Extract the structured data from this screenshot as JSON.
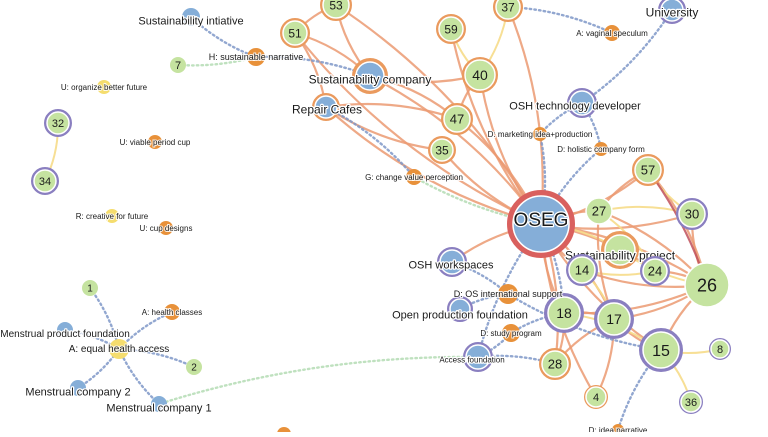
{
  "colors": {
    "orange": "#e8913a",
    "blue": "#85aed8",
    "green": "#c5e3a0",
    "yellow": "#f5dd6e",
    "purple_ring": "#8a7fc0",
    "orange_ring": "#ea9a5e",
    "red_ring": "#d9605e",
    "edge_orange": "#eb9a72",
    "edge_yellow": "#f6dc8a",
    "edge_dotted_blue": "#7f98c8",
    "edge_dotted_green": "#b4dcb4",
    "edge_red": "#c0505a"
  },
  "nodes": [
    {
      "id": "oseg",
      "label": "OSEG",
      "type": "entity"
    },
    {
      "id": "sust_company",
      "label": "Sustainability company",
      "type": "entity"
    },
    {
      "id": "repair_cafes",
      "label": "Repair Cafes",
      "type": "entity"
    },
    {
      "id": "university",
      "label": "University",
      "type": "entity"
    },
    {
      "id": "osh_dev",
      "label": "OSH technology developer",
      "type": "entity"
    },
    {
      "id": "osh_ws",
      "label": "OSH workspaces",
      "type": "entity"
    },
    {
      "id": "open_prod",
      "label": "Open production foundation",
      "type": "entity"
    },
    {
      "id": "access_found",
      "label": "Access foundation",
      "type": "entity"
    },
    {
      "id": "sust_initiative",
      "label": "Sustainability intiative",
      "type": "entity"
    },
    {
      "id": "menstrual_foundation",
      "label": "Menstrual product foundation",
      "type": "entity"
    },
    {
      "id": "menstrual_co2",
      "label": "Menstrual company 2",
      "type": "entity"
    },
    {
      "id": "menstrual_co1",
      "label": "Menstrual company 1",
      "type": "entity"
    },
    {
      "id": "sust_project",
      "label": "Sustainability project",
      "type": "entity"
    },
    {
      "id": "n51",
      "label": "51",
      "type": "number"
    },
    {
      "id": "n53",
      "label": "53",
      "type": "number"
    },
    {
      "id": "n37",
      "label": "37",
      "type": "number"
    },
    {
      "id": "n59",
      "label": "59",
      "type": "number"
    },
    {
      "id": "n40",
      "label": "40",
      "type": "number"
    },
    {
      "id": "n47",
      "label": "47",
      "type": "number"
    },
    {
      "id": "n35",
      "label": "35",
      "type": "number"
    },
    {
      "id": "n57",
      "label": "57",
      "type": "number"
    },
    {
      "id": "n27",
      "label": "27",
      "type": "number"
    },
    {
      "id": "n30",
      "label": "30",
      "type": "number"
    },
    {
      "id": "n26",
      "label": "26",
      "type": "number"
    },
    {
      "id": "n14",
      "label": "14",
      "type": "number"
    },
    {
      "id": "n24",
      "label": "24",
      "type": "number"
    },
    {
      "id": "n18",
      "label": "18",
      "type": "number"
    },
    {
      "id": "n17",
      "label": "17",
      "type": "number"
    },
    {
      "id": "n15",
      "label": "15",
      "type": "number"
    },
    {
      "id": "n28",
      "label": "28",
      "type": "number"
    },
    {
      "id": "n8",
      "label": "8",
      "type": "number"
    },
    {
      "id": "n4",
      "label": "4",
      "type": "number"
    },
    {
      "id": "n36",
      "label": "36",
      "type": "number"
    },
    {
      "id": "n7",
      "label": "7",
      "type": "number"
    },
    {
      "id": "n32",
      "label": "32",
      "type": "number"
    },
    {
      "id": "n34",
      "label": "34",
      "type": "number"
    },
    {
      "id": "n1",
      "label": "1",
      "type": "number"
    },
    {
      "id": "n2",
      "label": "2",
      "type": "number"
    },
    {
      "id": "h_narrative",
      "label": "H: sustainable narrative",
      "type": "tag"
    },
    {
      "id": "a_speculum",
      "label": "A: vaginal speculum",
      "type": "tag"
    },
    {
      "id": "u_future",
      "label": "U: organize better future",
      "type": "tag"
    },
    {
      "id": "u_cup",
      "label": "U: viable period cup",
      "type": "tag"
    },
    {
      "id": "d_marketing",
      "label": "D: marketing idea+production",
      "type": "tag"
    },
    {
      "id": "d_holistic",
      "label": "D: holistic company form",
      "type": "tag"
    },
    {
      "id": "g_change",
      "label": "G: change value perception",
      "type": "tag"
    },
    {
      "id": "r_creative",
      "label": "R: creative for future",
      "type": "tag"
    },
    {
      "id": "u_designs",
      "label": "U: cup designs",
      "type": "tag"
    },
    {
      "id": "a_health_classes",
      "label": "A: health classes",
      "type": "tag"
    },
    {
      "id": "a_equal",
      "label": "A: equal health access",
      "type": "tag"
    },
    {
      "id": "d_os_support",
      "label": "D: OS international support",
      "type": "tag"
    },
    {
      "id": "d_study",
      "label": "D: study program",
      "type": "tag"
    },
    {
      "id": "d_idea",
      "label": "D: idea narrative",
      "type": "tag"
    }
  ]
}
